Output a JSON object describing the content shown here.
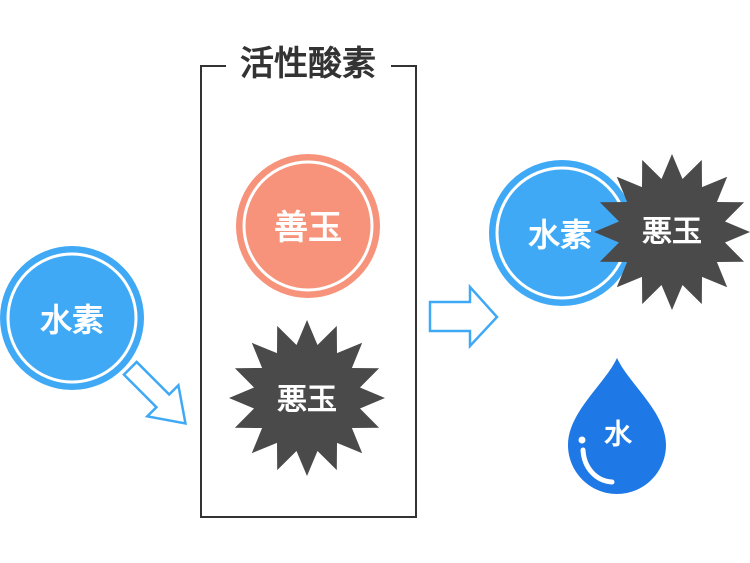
{
  "bracket": {
    "title": "活性酸素"
  },
  "left_hydrogen": {
    "label": "水素",
    "color": "#3fa9f5"
  },
  "good_active": {
    "label": "善玉",
    "color": "#f7937b"
  },
  "bad_active": {
    "label": "悪玉",
    "color": "#4a4a4a"
  },
  "result": {
    "hydrogen_label": "水素",
    "bad_label": "悪玉",
    "water_label": "水"
  },
  "colors": {
    "arrow": "#3fa9f5",
    "water": "#1e78e6",
    "frame": "#333333"
  }
}
